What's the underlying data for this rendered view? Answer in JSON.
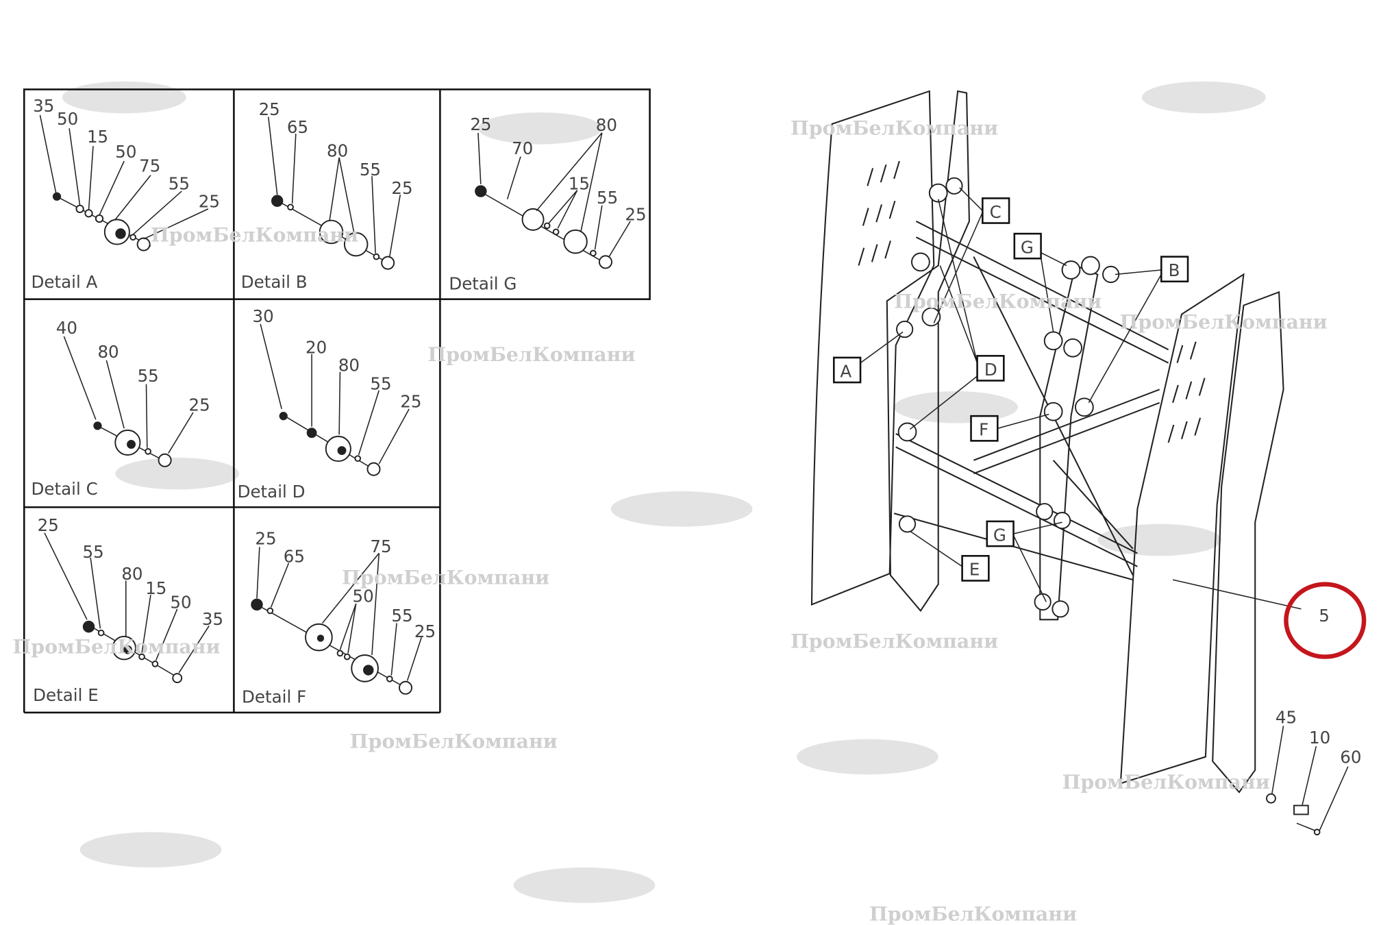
{
  "details": [
    {
      "title": "Detail  A",
      "callouts": [
        "35",
        "50",
        "15",
        "50",
        "75",
        "55",
        "25"
      ]
    },
    {
      "title": "Detail  B",
      "callouts": [
        "25",
        "65",
        "80",
        "55",
        "25"
      ]
    },
    {
      "title": "Detail  G",
      "callouts": [
        "25",
        "70",
        "80",
        "15",
        "55",
        "25"
      ]
    },
    {
      "title": "Detail  C",
      "callouts": [
        "40",
        "80",
        "55",
        "25"
      ]
    },
    {
      "title": "Detail  D",
      "callouts": [
        "30",
        "20",
        "80",
        "55",
        "25"
      ]
    },
    {
      "title": "Detail  E",
      "callouts": [
        "25",
        "55",
        "80",
        "15",
        "50",
        "35"
      ]
    },
    {
      "title": "Detail  F",
      "callouts": [
        "25",
        "65",
        "75",
        "50",
        "55",
        "25"
      ]
    }
  ],
  "assembly": {
    "detail_refs": [
      "C",
      "G",
      "B",
      "A",
      "D",
      "F",
      "G",
      "E"
    ],
    "part_numbers": [
      "5",
      "45",
      "10",
      "60"
    ],
    "highlight_color": "#c4161c"
  },
  "watermark": {
    "text": "ПромБелКомпани"
  }
}
